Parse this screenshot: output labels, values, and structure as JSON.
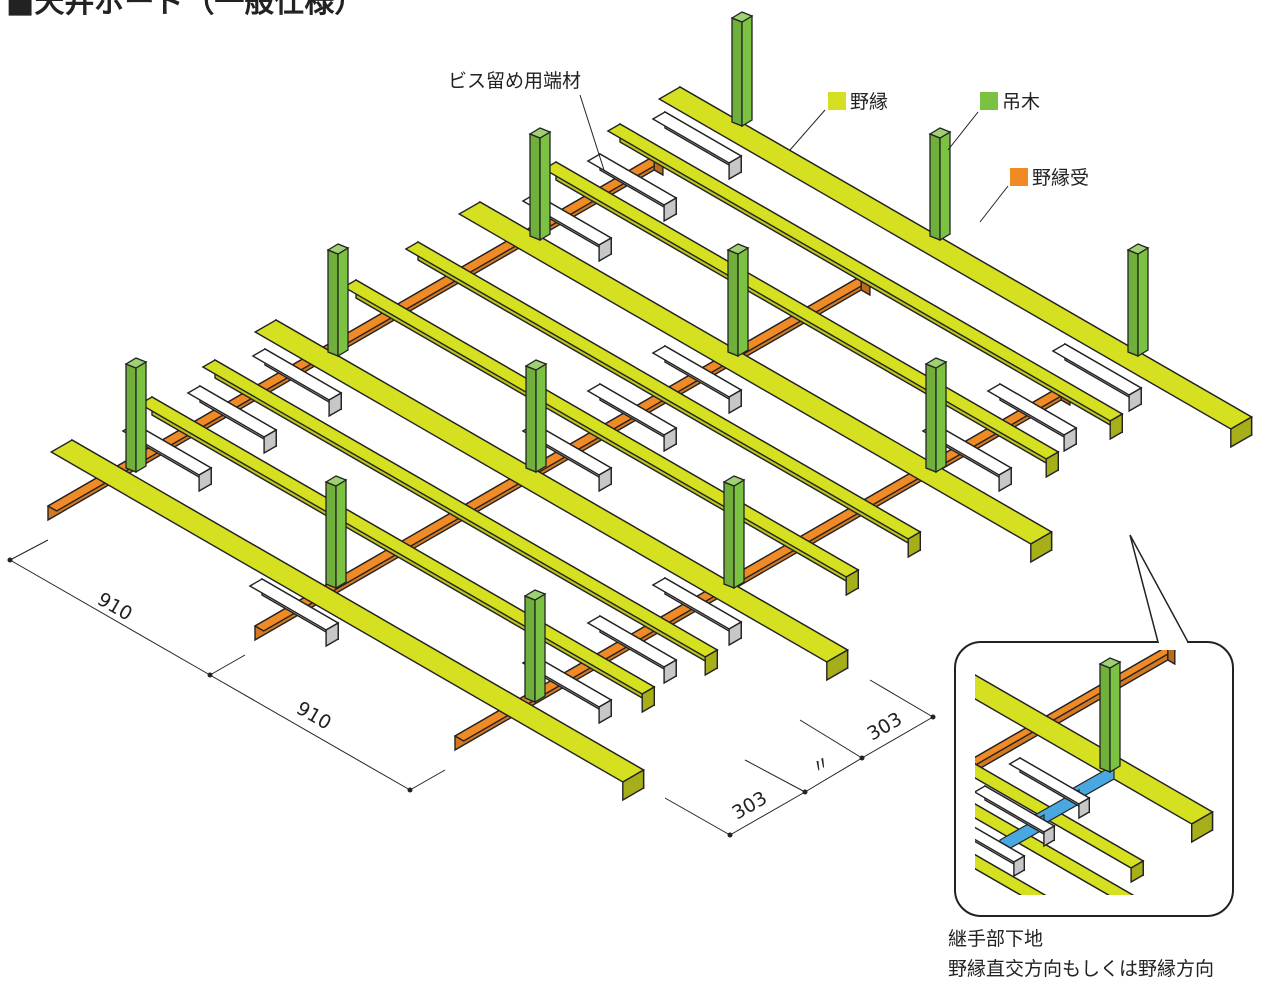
{
  "title": "■天井ボード（一般仕様）",
  "legend": [
    {
      "key": "nobuchi",
      "label": "野縁",
      "color": "#d5e021"
    },
    {
      "key": "tsurigi",
      "label": "吊木",
      "color": "#7cc242"
    },
    {
      "key": "nobuchiuke",
      "label": "野縁受",
      "color": "#f08a24"
    }
  ],
  "screw_label": "ビス留め用端材",
  "dimensions": {
    "left_a": "910",
    "left_b": "910",
    "right_a": "303",
    "right_mid": "〃",
    "right_b": "303"
  },
  "caption": {
    "line1": "継手部下地",
    "line2": "野縁直交方向もしくは野縁方向"
  },
  "colors": {
    "nobuchi": "#d5e021",
    "tsurigi": "#7cc242",
    "nobuchiuke": "#f08a24",
    "joint": "#4aa8e0",
    "outline": "#222222"
  }
}
